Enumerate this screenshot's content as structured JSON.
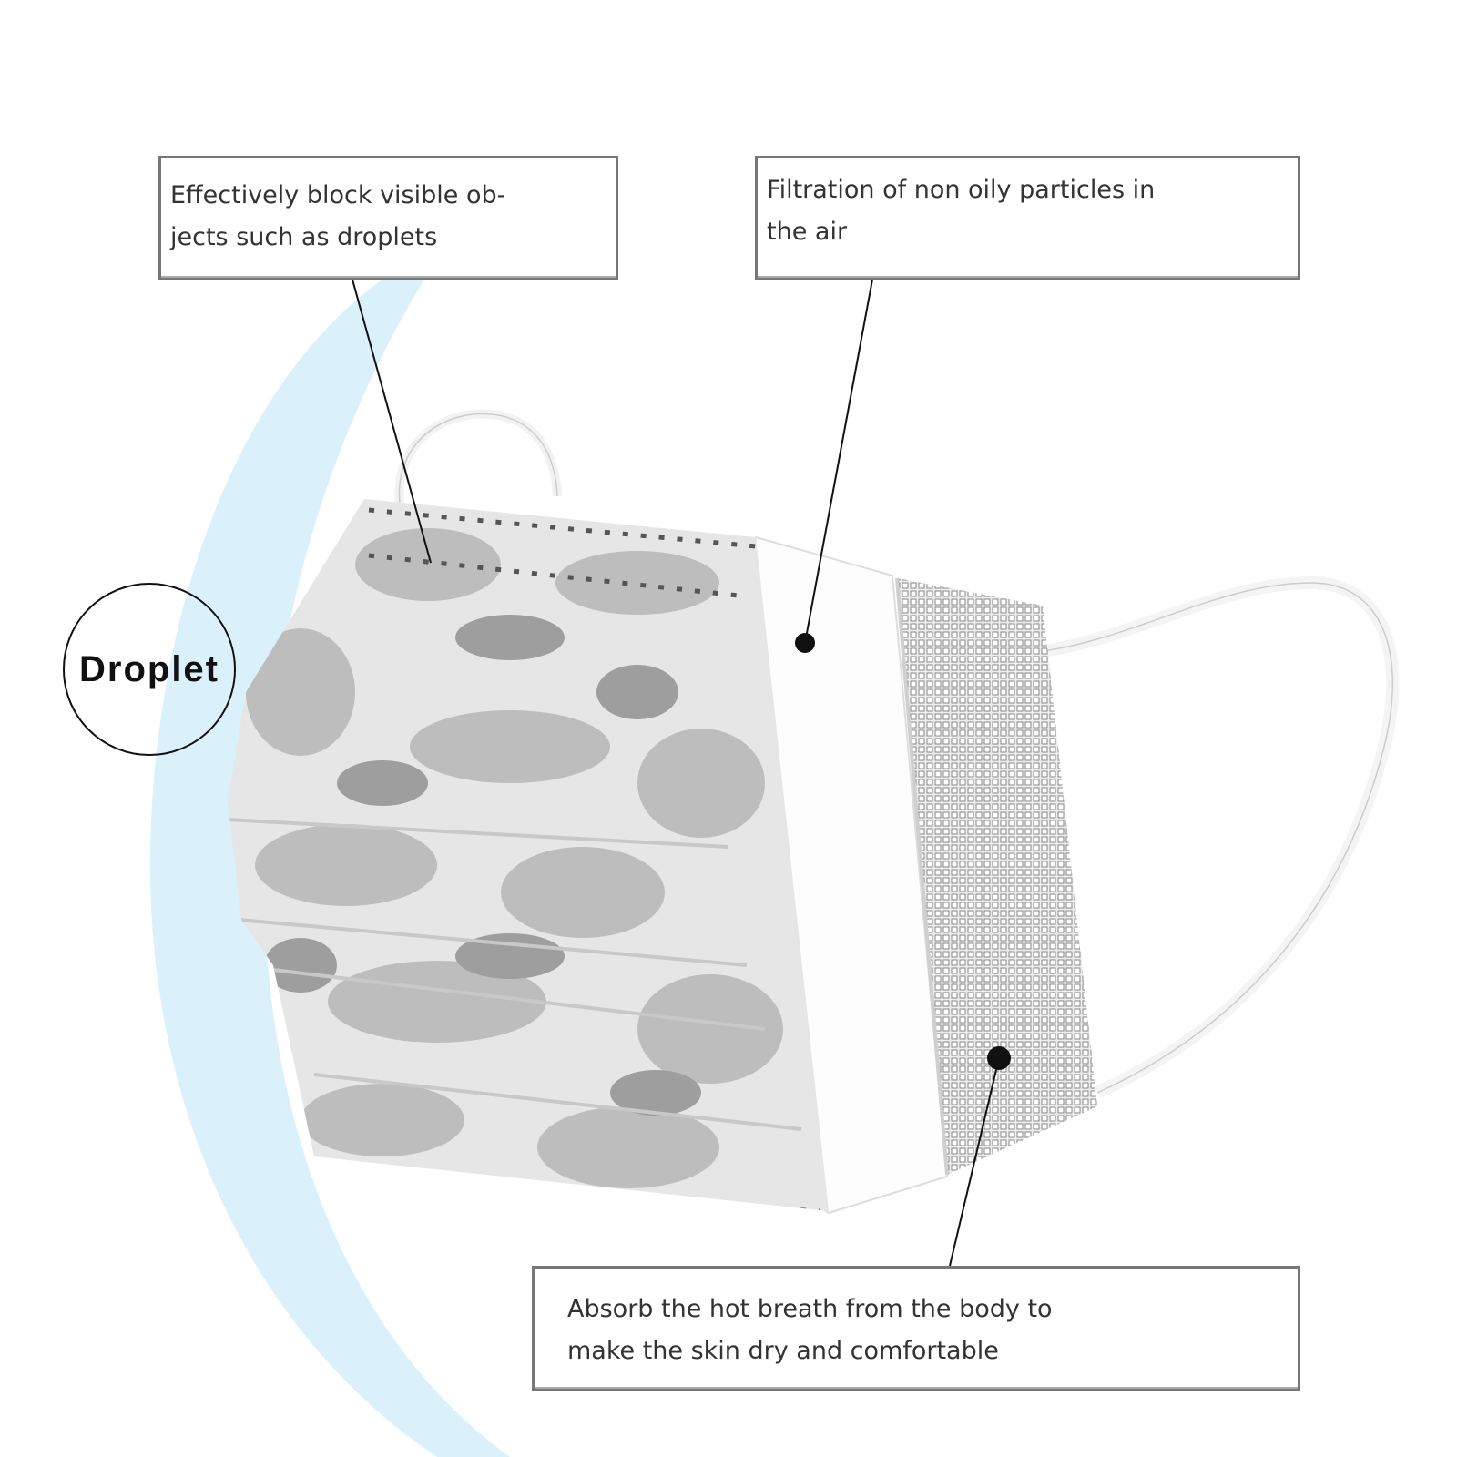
{
  "callouts": [
    {
      "lines": [
        "Effectively block visible ob-",
        "jects such as droplets"
      ]
    },
    {
      "lines": [
        "Filtration of non oily particles in",
        "the air"
      ]
    },
    {
      "lines": [
        "Absorb the hot breath from the body to",
        "make the skin dry and comfortable"
      ]
    }
  ],
  "droplet_label": "Droplet",
  "colors": {
    "glow": "#bfe6f7",
    "camo_light": "#e6e6e6",
    "camo_mid": "#bdbdbd",
    "camo_dark": "#9e9e9e",
    "border": "#777777"
  }
}
